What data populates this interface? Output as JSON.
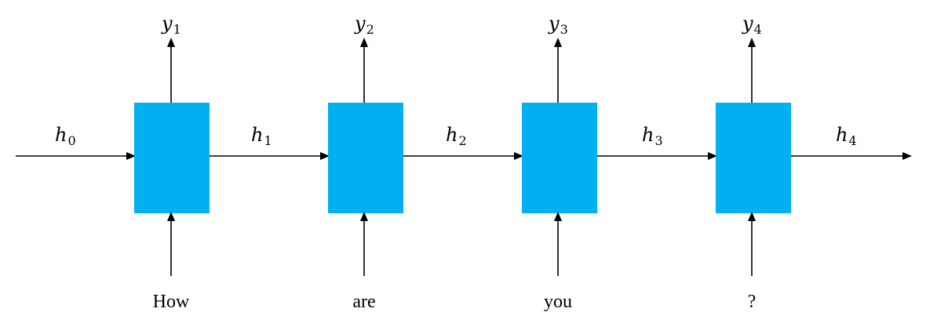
{
  "diagram": {
    "box_color": "#00b0f0",
    "arrow_color": "#000000",
    "initial_state": {
      "symbol": "h",
      "index": "0"
    },
    "cells": [
      {
        "input": "How",
        "output": {
          "symbol": "y",
          "index": "1"
        },
        "hidden_out": {
          "symbol": "h",
          "index": "1"
        }
      },
      {
        "input": "are",
        "output": {
          "symbol": "y",
          "index": "2"
        },
        "hidden_out": {
          "symbol": "h",
          "index": "2"
        }
      },
      {
        "input": "you",
        "output": {
          "symbol": "y",
          "index": "3"
        },
        "hidden_out": {
          "symbol": "h",
          "index": "3"
        }
      },
      {
        "input": "?",
        "output": {
          "symbol": "y",
          "index": "4"
        },
        "hidden_out": {
          "symbol": "h",
          "index": "4"
        }
      }
    ]
  }
}
